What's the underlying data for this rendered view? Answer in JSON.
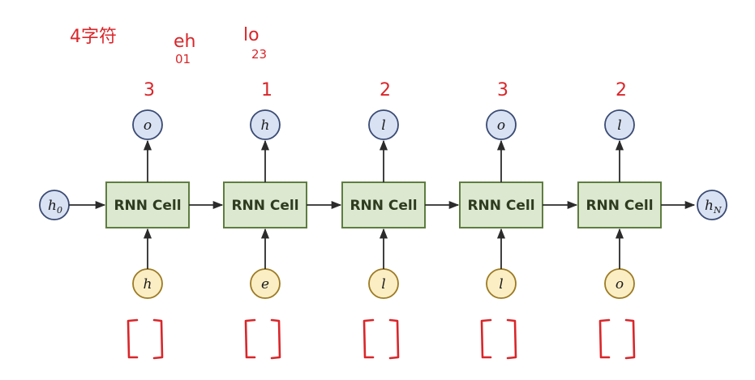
{
  "cells": [
    {
      "label": "RNN Cell",
      "input": "h",
      "output": "o",
      "annotation": "3"
    },
    {
      "label": "RNN Cell",
      "input": "e",
      "output": "h",
      "annotation": "1"
    },
    {
      "label": "RNN Cell",
      "input": "l",
      "output": "l",
      "annotation": "2"
    },
    {
      "label": "RNN Cell",
      "input": "l",
      "output": "o",
      "annotation": "3"
    },
    {
      "label": "RNN Cell",
      "input": "o",
      "output": "l",
      "annotation": "2"
    }
  ],
  "initial_state": {
    "base": "h",
    "sub": "0"
  },
  "final_state": {
    "base": "h",
    "sub": "N"
  },
  "handwriting": {
    "title": "4字符",
    "vocab_chars": "eh",
    "vocab_indices": "01",
    "vocab_chars_2": "lo",
    "vocab_indices_2": "23"
  },
  "colors": {
    "cell_fill": "#dce9d0",
    "cell_stroke": "#5e7d40",
    "output_fill": "#d8e2f3",
    "output_stroke": "#3a4a73",
    "input_fill": "#fbeec4",
    "input_stroke": "#9c7a22",
    "arrow": "#2b2b2b",
    "ink": "#d9262a"
  }
}
